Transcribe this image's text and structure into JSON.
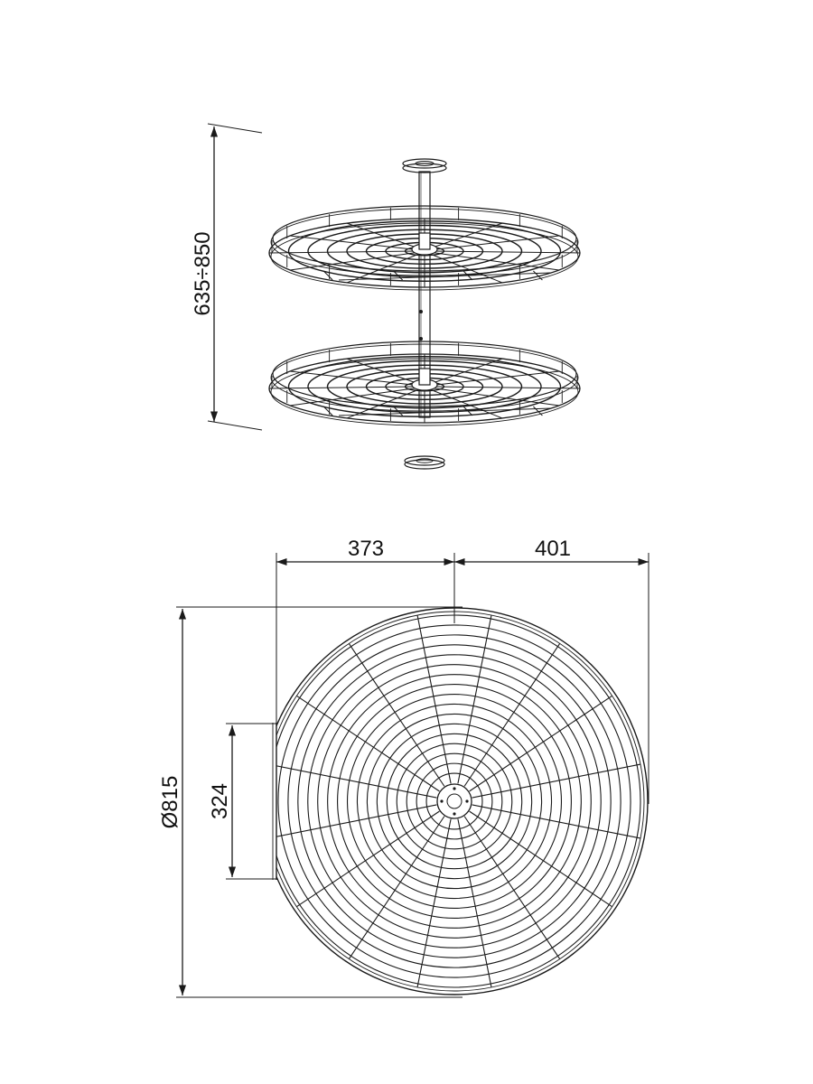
{
  "labels": {
    "height_range": "635÷850",
    "dim_left_width": "373",
    "dim_right_width": "401",
    "dim_diameter": "Ø815",
    "dim_flat_edge": "324"
  },
  "colors": {
    "line": "#1a1a1a",
    "background": "#ffffff"
  }
}
